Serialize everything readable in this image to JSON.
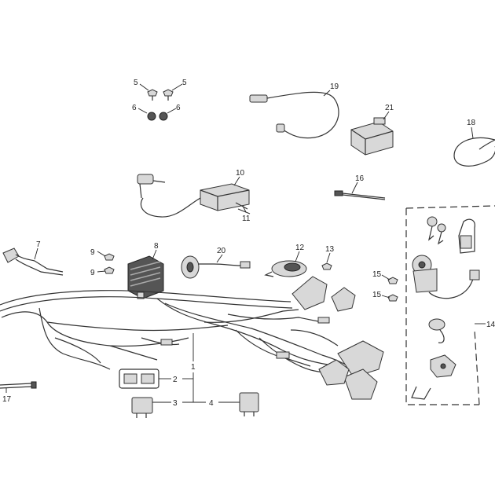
{
  "diagram": {
    "callouts": {
      "c1": "1",
      "c2": "2",
      "c3": "3",
      "c4": "4",
      "c5a": "5",
      "c5b": "5",
      "c6a": "6",
      "c6b": "6",
      "c7": "7",
      "c8": "8",
      "c9a": "9",
      "c9b": "9",
      "c10": "10",
      "c11": "11",
      "c12": "12",
      "c13": "13",
      "c14": "14",
      "c15a": "15",
      "c15b": "15",
      "c16": "16",
      "c17": "17",
      "c18": "18",
      "c19": "19",
      "c20": "20",
      "c21": "21"
    }
  }
}
